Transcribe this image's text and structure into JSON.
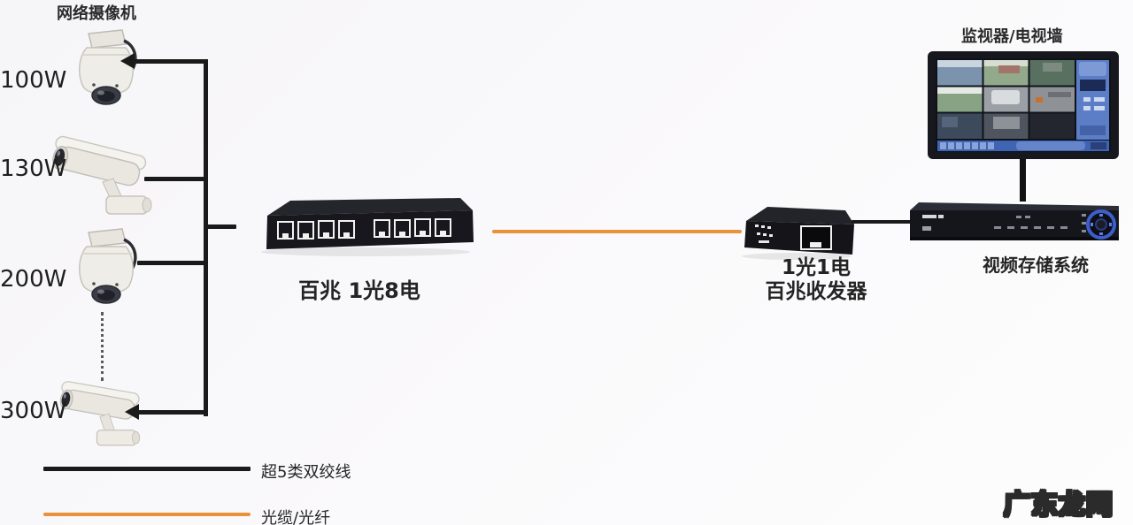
{
  "page": {
    "background": "#f8f7f9"
  },
  "colors": {
    "cat5_line": "#1a1a1a",
    "fiber_line": "#e8923a",
    "text": "#262626"
  },
  "camera_group": {
    "title": "网络摄像机",
    "items": [
      {
        "label": "100W",
        "type": "dome-ptz-camera"
      },
      {
        "label": "130W",
        "type": "bullet-camera"
      },
      {
        "label": "200W",
        "type": "dome-ptz-camera"
      },
      {
        "label": "300W",
        "type": "bullet-camera"
      }
    ]
  },
  "switch": {
    "label": "百兆 1光8电",
    "ports": 8
  },
  "media_converter": {
    "label_line1": "1光1电",
    "label_line2": "百兆收发器"
  },
  "storage": {
    "label": "视频存储系统"
  },
  "monitor": {
    "label": "监视器/电视墙"
  },
  "legend": [
    {
      "label": "超5类双绞线",
      "color": "#1a1a1a"
    },
    {
      "label": "光缆/光纤",
      "color": "#e8923a"
    }
  ],
  "watermark": {
    "text": "广东龙网"
  }
}
